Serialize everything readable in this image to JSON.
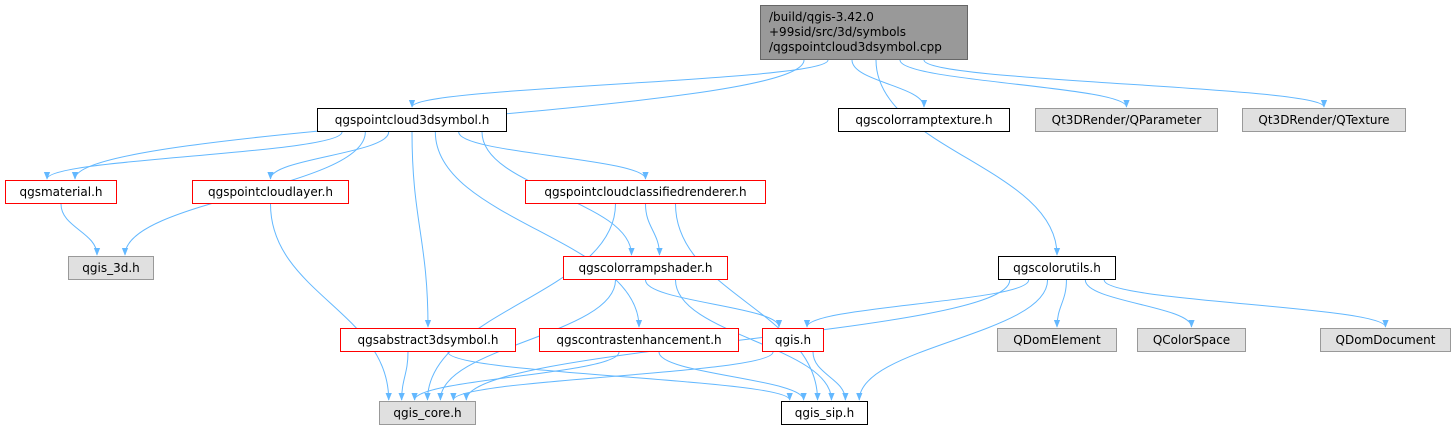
{
  "diagram": {
    "type": "include-dependency-graph",
    "root": {
      "lines": [
        "/build/qgis-3.42.0",
        "+99sid/src/3d/symbols",
        "/qgspointcloud3dsymbol.cpp"
      ]
    },
    "nodes": [
      {
        "id": "pc3dsym_h",
        "label": "qgspointcloud3dsymbol.h",
        "style": "white"
      },
      {
        "id": "rampTex",
        "label": "qgscolorramptexture.h",
        "style": "white"
      },
      {
        "id": "qparam",
        "label": "Qt3DRender/QParameter",
        "style": "grey"
      },
      {
        "id": "qtex",
        "label": "Qt3DRender/QTexture",
        "style": "grey"
      },
      {
        "id": "material",
        "label": "qgsmaterial.h",
        "style": "red"
      },
      {
        "id": "pclayer",
        "label": "qgspointcloudlayer.h",
        "style": "red"
      },
      {
        "id": "pcclass",
        "label": "qgspointcloudclassifiedrenderer.h",
        "style": "red"
      },
      {
        "id": "qgis3d",
        "label": "qgis_3d.h",
        "style": "grey"
      },
      {
        "id": "rampShader",
        "label": "qgscolorrampshader.h",
        "style": "red"
      },
      {
        "id": "colorutils",
        "label": "qgscolorutils.h",
        "style": "white"
      },
      {
        "id": "abs3d",
        "label": "qgsabstract3dsymbol.h",
        "style": "red"
      },
      {
        "id": "contrast",
        "label": "qgscontrastenhancement.h",
        "style": "red"
      },
      {
        "id": "qgis",
        "label": "qgis.h",
        "style": "red"
      },
      {
        "id": "qdomel",
        "label": "QDomElement",
        "style": "grey"
      },
      {
        "id": "qcolsp",
        "label": "QColorSpace",
        "style": "grey"
      },
      {
        "id": "qdomdoc",
        "label": "QDomDocument",
        "style": "grey"
      },
      {
        "id": "core",
        "label": "qgis_core.h",
        "style": "grey"
      },
      {
        "id": "sip",
        "label": "qgis_sip.h",
        "style": "white"
      }
    ],
    "edges": [
      [
        "root",
        "pc3dsym_h"
      ],
      [
        "root",
        "material"
      ],
      [
        "root",
        "rampTex"
      ],
      [
        "root",
        "qparam"
      ],
      [
        "root",
        "qtex"
      ],
      [
        "root",
        "colorutils"
      ],
      [
        "pc3dsym_h",
        "material"
      ],
      [
        "pc3dsym_h",
        "qgis3d"
      ],
      [
        "pc3dsym_h",
        "pclayer"
      ],
      [
        "pc3dsym_h",
        "pcclass"
      ],
      [
        "pc3dsym_h",
        "rampShader"
      ],
      [
        "pc3dsym_h",
        "abs3d"
      ],
      [
        "pc3dsym_h",
        "contrast"
      ],
      [
        "material",
        "qgis3d"
      ],
      [
        "pclayer",
        "core"
      ],
      [
        "pcclass",
        "rampShader"
      ],
      [
        "pcclass",
        "core"
      ],
      [
        "pcclass",
        "sip"
      ],
      [
        "rampShader",
        "qgis"
      ],
      [
        "rampShader",
        "core"
      ],
      [
        "rampShader",
        "sip"
      ],
      [
        "abs3d",
        "core"
      ],
      [
        "abs3d",
        "sip"
      ],
      [
        "contrast",
        "core"
      ],
      [
        "contrast",
        "sip"
      ],
      [
        "qgis",
        "core"
      ],
      [
        "qgis",
        "sip"
      ],
      [
        "colorutils",
        "qgis"
      ],
      [
        "colorutils",
        "qdomel"
      ],
      [
        "colorutils",
        "qcolsp"
      ],
      [
        "colorutils",
        "qdomdoc"
      ],
      [
        "colorutils",
        "core"
      ],
      [
        "colorutils",
        "sip"
      ]
    ],
    "colors": {
      "edge": "#63b8ff",
      "root_fill": "#999999",
      "red_border": "#ff0000",
      "grey_fill": "#e0e0e0"
    }
  }
}
